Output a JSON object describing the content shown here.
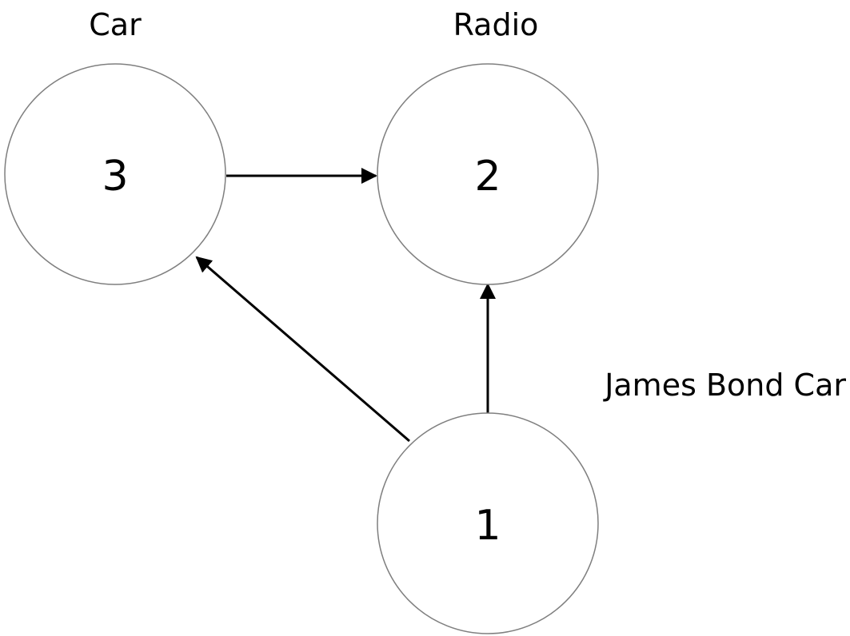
{
  "nodes": {
    "car": {
      "number": "3",
      "label": "Car"
    },
    "radio": {
      "number": "2",
      "label": "Radio"
    },
    "james_bond_car": {
      "number": "1",
      "label": "James Bond Car"
    }
  },
  "edges": [
    {
      "from": "3",
      "to": "2"
    },
    {
      "from": "1",
      "to": "3"
    },
    {
      "from": "1",
      "to": "2"
    }
  ]
}
